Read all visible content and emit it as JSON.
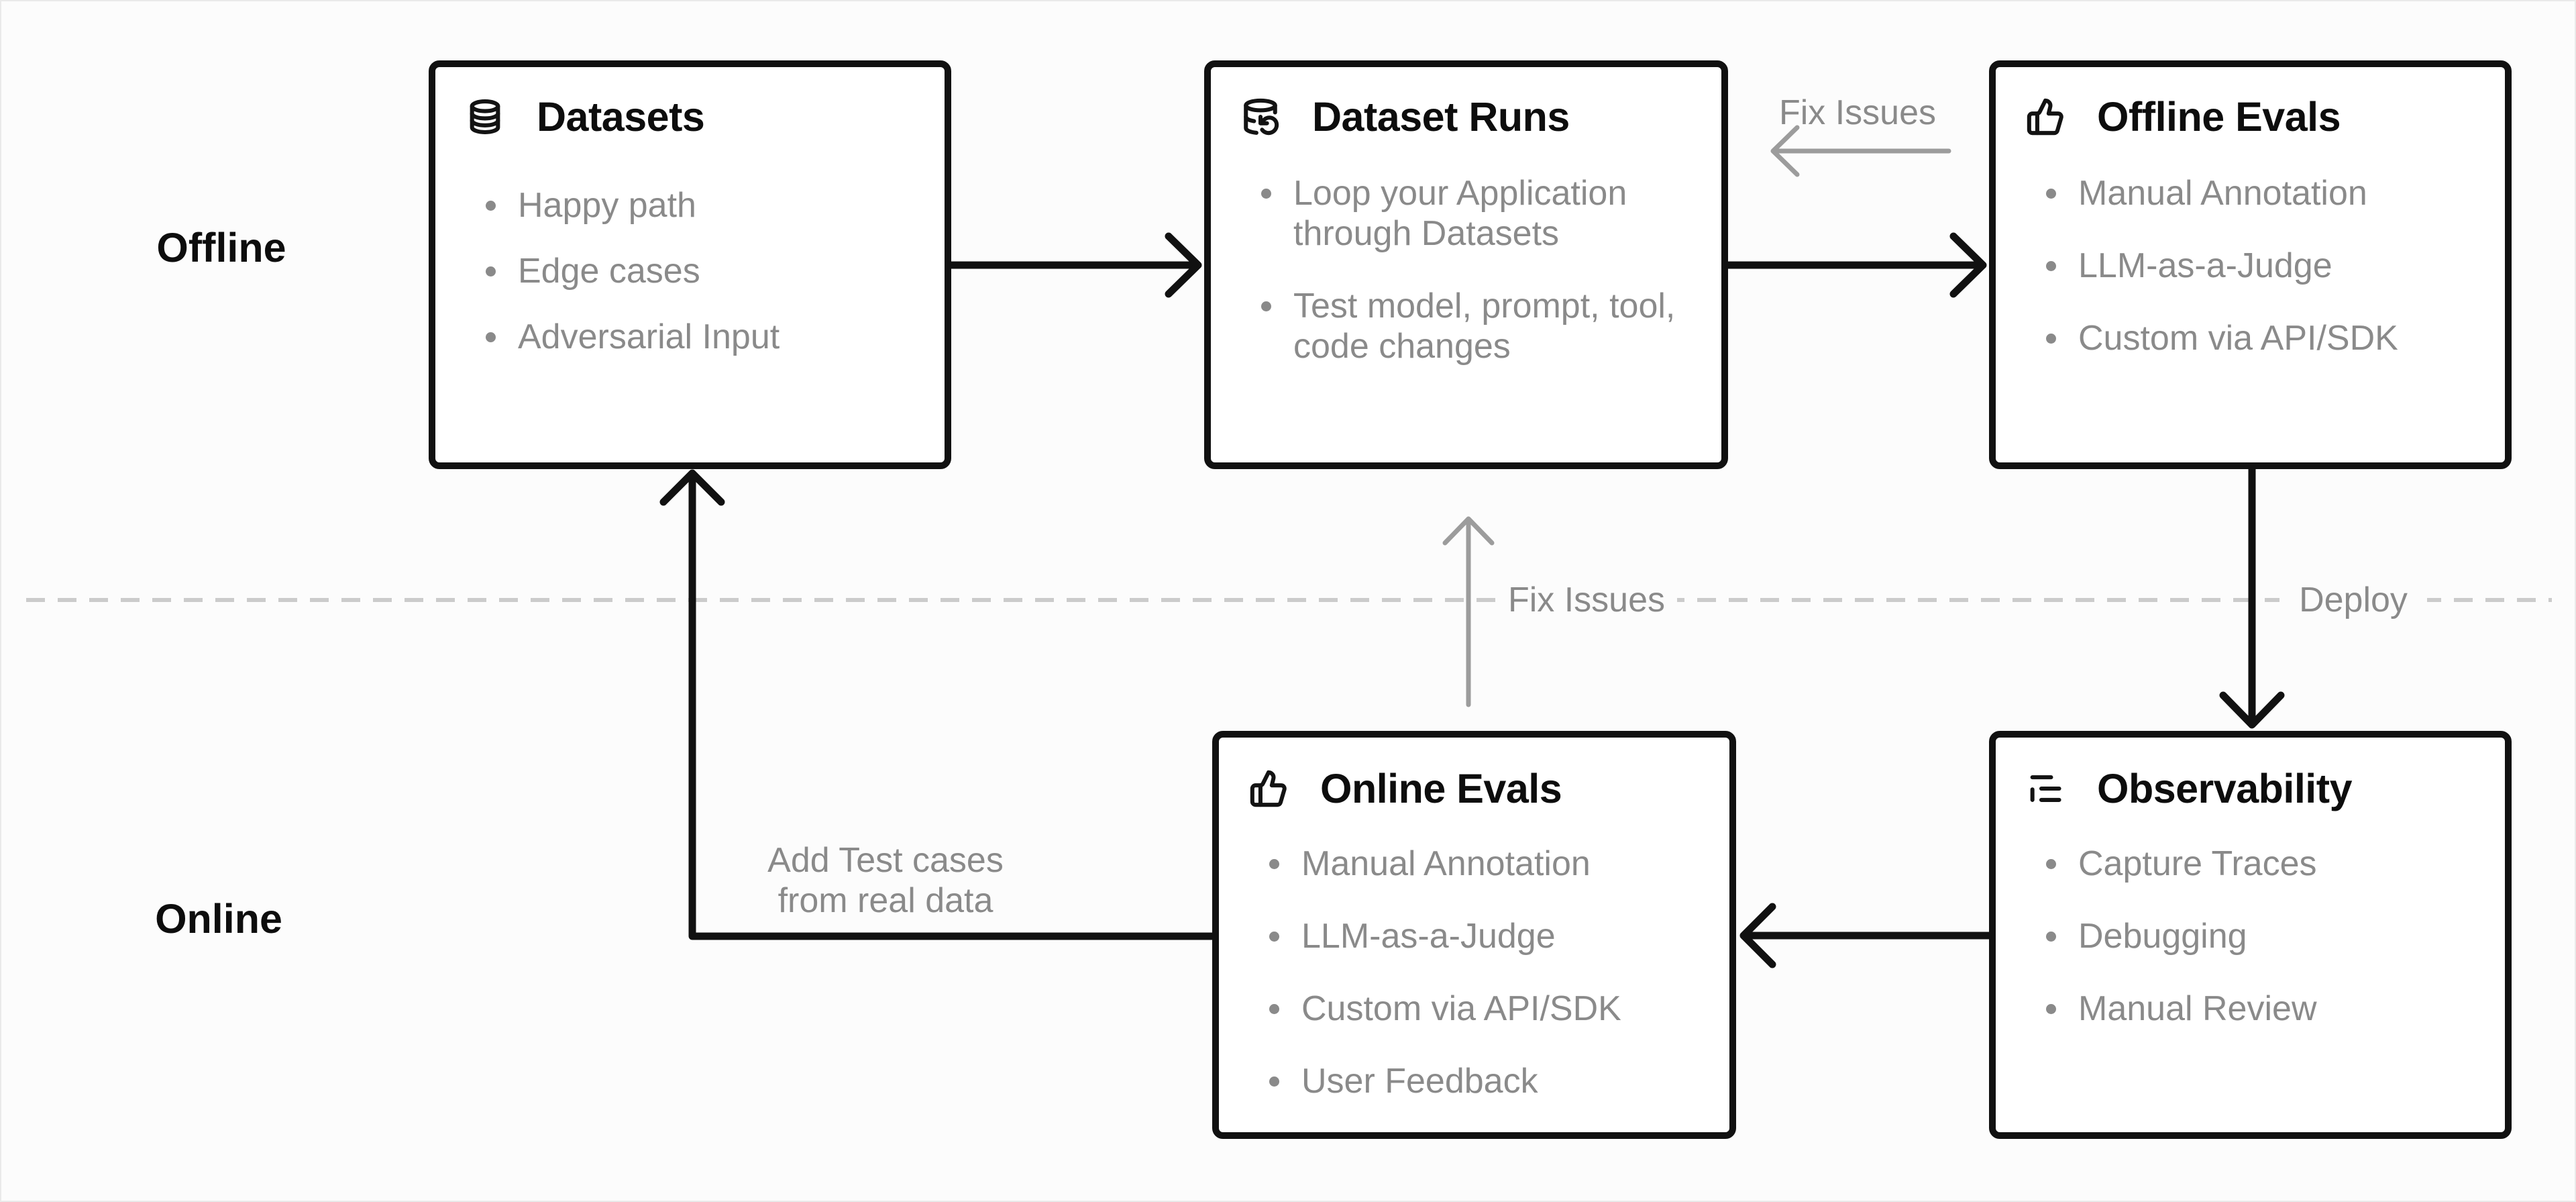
{
  "canvas": {
    "background": "#fcfcfc",
    "box_background": "#ffffff",
    "border_color": "#111111",
    "muted_text_color": "#8a8a8a",
    "dashed_divider_color": "#cbcbcb",
    "gray_arrow_color": "#9c9c9c"
  },
  "sections": {
    "offline_label": "Offline",
    "online_label": "Online"
  },
  "boxes": [
    {
      "id": "datasets",
      "icon": "database-icon",
      "title": "Datasets",
      "items": [
        "Happy path",
        "Edge cases",
        "Adversarial Input"
      ]
    },
    {
      "id": "dataset-runs",
      "icon": "database-refresh-icon",
      "title": "Dataset Runs",
      "items": [
        "Loop your Application\nthrough Datasets",
        "Test model, prompt, tool,\ncode changes"
      ]
    },
    {
      "id": "offline-evals",
      "icon": "thumbs-up-icon",
      "title": "Offline Evals",
      "items": [
        "Manual Annotation",
        "LLM-as-a-Judge",
        "Custom via API/SDK"
      ]
    },
    {
      "id": "online-evals",
      "icon": "thumbs-up-icon",
      "title": "Online Evals",
      "items": [
        "Manual Annotation",
        "LLM-as-a-Judge",
        "Custom via API/SDK",
        "User Feedback"
      ]
    },
    {
      "id": "observability",
      "icon": "logs-icon",
      "title": "Observability",
      "items": [
        "Capture Traces",
        "Debugging",
        "Manual Review"
      ]
    }
  ],
  "edge_labels": {
    "fix_issues_top": "Fix Issues",
    "fix_issues_mid": "Fix Issues",
    "deploy": "Deploy",
    "add_test_cases": "Add Test cases\nfrom real data"
  }
}
